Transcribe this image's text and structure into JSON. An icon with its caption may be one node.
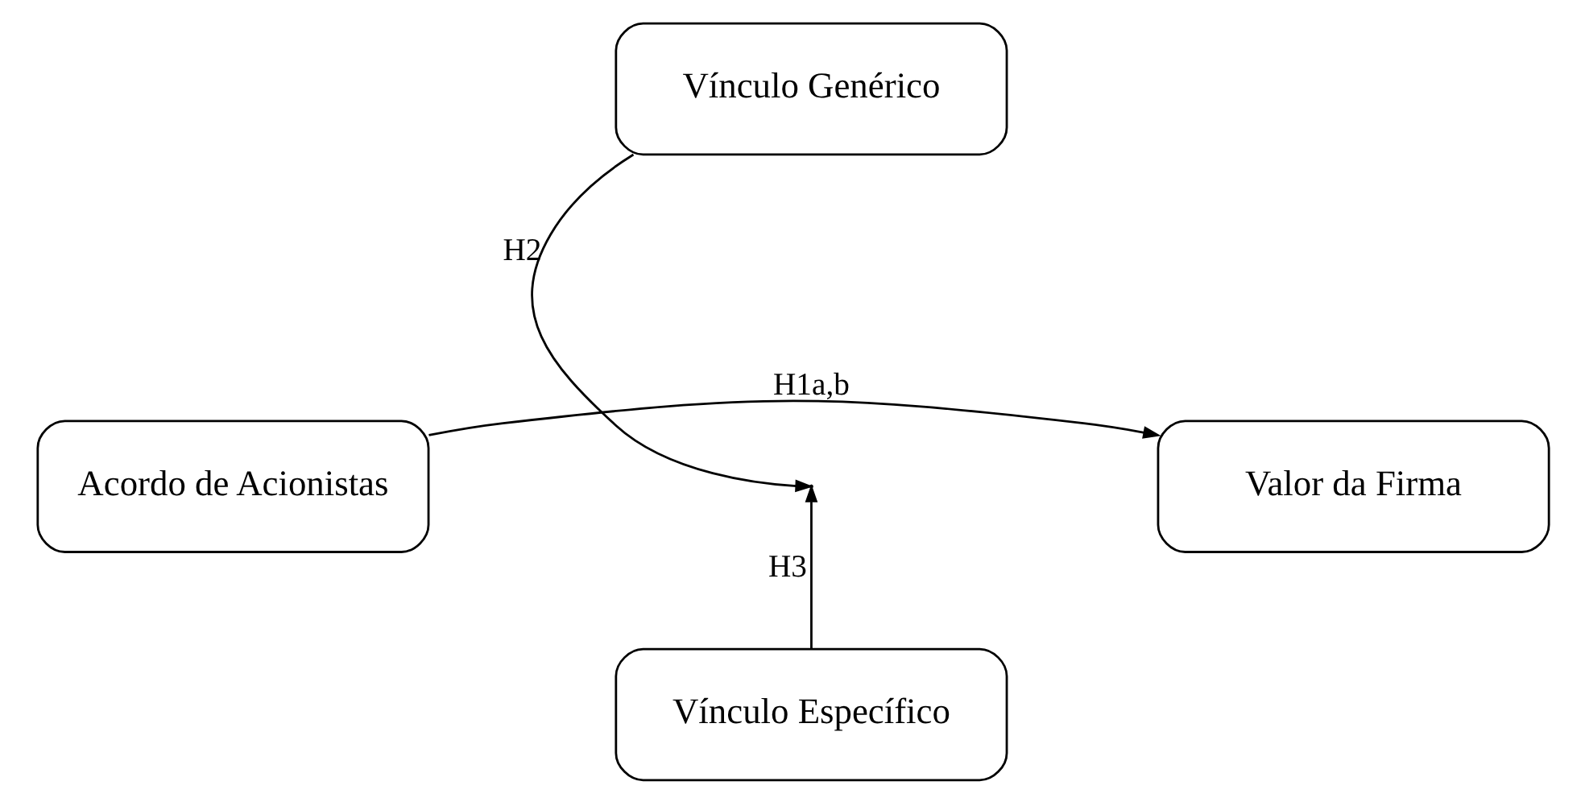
{
  "diagram": {
    "nodes": [
      {
        "text": [
          "Vínculo Genérico"
        ]
      },
      {
        "text": [
          "Acordo de Acionistas"
        ]
      },
      {
        "text": [
          "Valor da Firma"
        ]
      },
      {
        "text": [
          "Vínculo Específico"
        ]
      }
    ],
    "edges": [
      {
        "from": 1,
        "to": 2,
        "arrow": "to",
        "label": "H1a,b"
      },
      {
        "from": 0,
        "to": null,
        "arrow": "to",
        "label": "H2"
      },
      {
        "from": 3,
        "to": null,
        "arrow": "to",
        "label": "H3"
      }
    ]
  }
}
